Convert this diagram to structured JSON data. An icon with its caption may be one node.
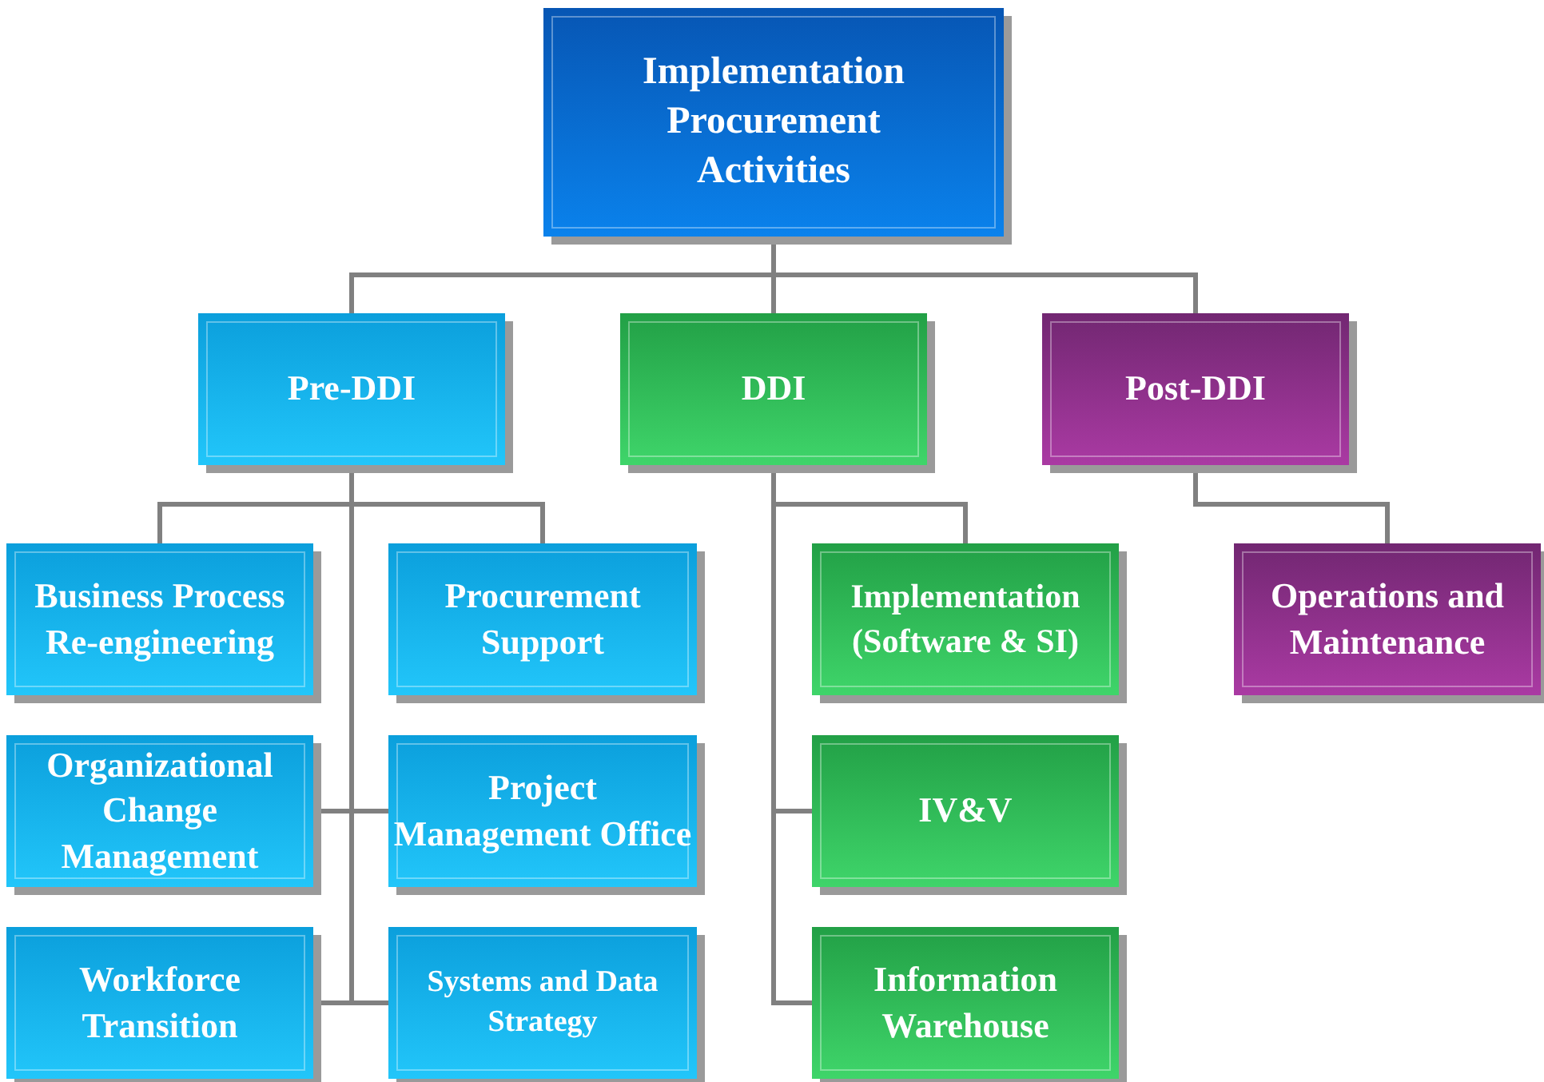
{
  "diagram": {
    "nodes": [
      {
        "text": [
          "Implementation Procurement Activities"
        ]
      },
      {
        "text": [
          "Pre-DDI"
        ]
      },
      {
        "text": [
          "DDI"
        ]
      },
      {
        "text": [
          "Post-DDI"
        ]
      },
      {
        "text": [
          "Business Process Re-engineering"
        ]
      },
      {
        "text": [
          "Procurement Support"
        ]
      },
      {
        "text": [
          "Organizational Change Management"
        ]
      },
      {
        "text": [
          "Project Management Office"
        ]
      },
      {
        "text": [
          "Workforce Transition"
        ]
      },
      {
        "text": [
          "Systems and Data Strategy"
        ]
      },
      {
        "text": [
          "Implementation (Software & SI)"
        ]
      },
      {
        "text": [
          "IV&V"
        ]
      },
      {
        "text": [
          "Information Warehouse"
        ]
      },
      {
        "text": [
          "Operations and Maintenance"
        ]
      }
    ],
    "edges": [
      {
        "from": 0,
        "to": 1,
        "arrow": "none"
      },
      {
        "from": 0,
        "to": 2,
        "arrow": "none"
      },
      {
        "from": 0,
        "to": 3,
        "arrow": "none"
      },
      {
        "from": 1,
        "to": 4,
        "arrow": "none"
      },
      {
        "from": 1,
        "to": 5,
        "arrow": "none"
      },
      {
        "from": 1,
        "to": 6,
        "arrow": "none"
      },
      {
        "from": 1,
        "to": 7,
        "arrow": "none"
      },
      {
        "from": 1,
        "to": 8,
        "arrow": "none"
      },
      {
        "from": 1,
        "to": 9,
        "arrow": "none"
      },
      {
        "from": 2,
        "to": 10,
        "arrow": "none"
      },
      {
        "from": 2,
        "to": 11,
        "arrow": "none"
      },
      {
        "from": 2,
        "to": 12,
        "arrow": "none"
      },
      {
        "from": 3,
        "to": 13,
        "arrow": "none"
      }
    ]
  }
}
